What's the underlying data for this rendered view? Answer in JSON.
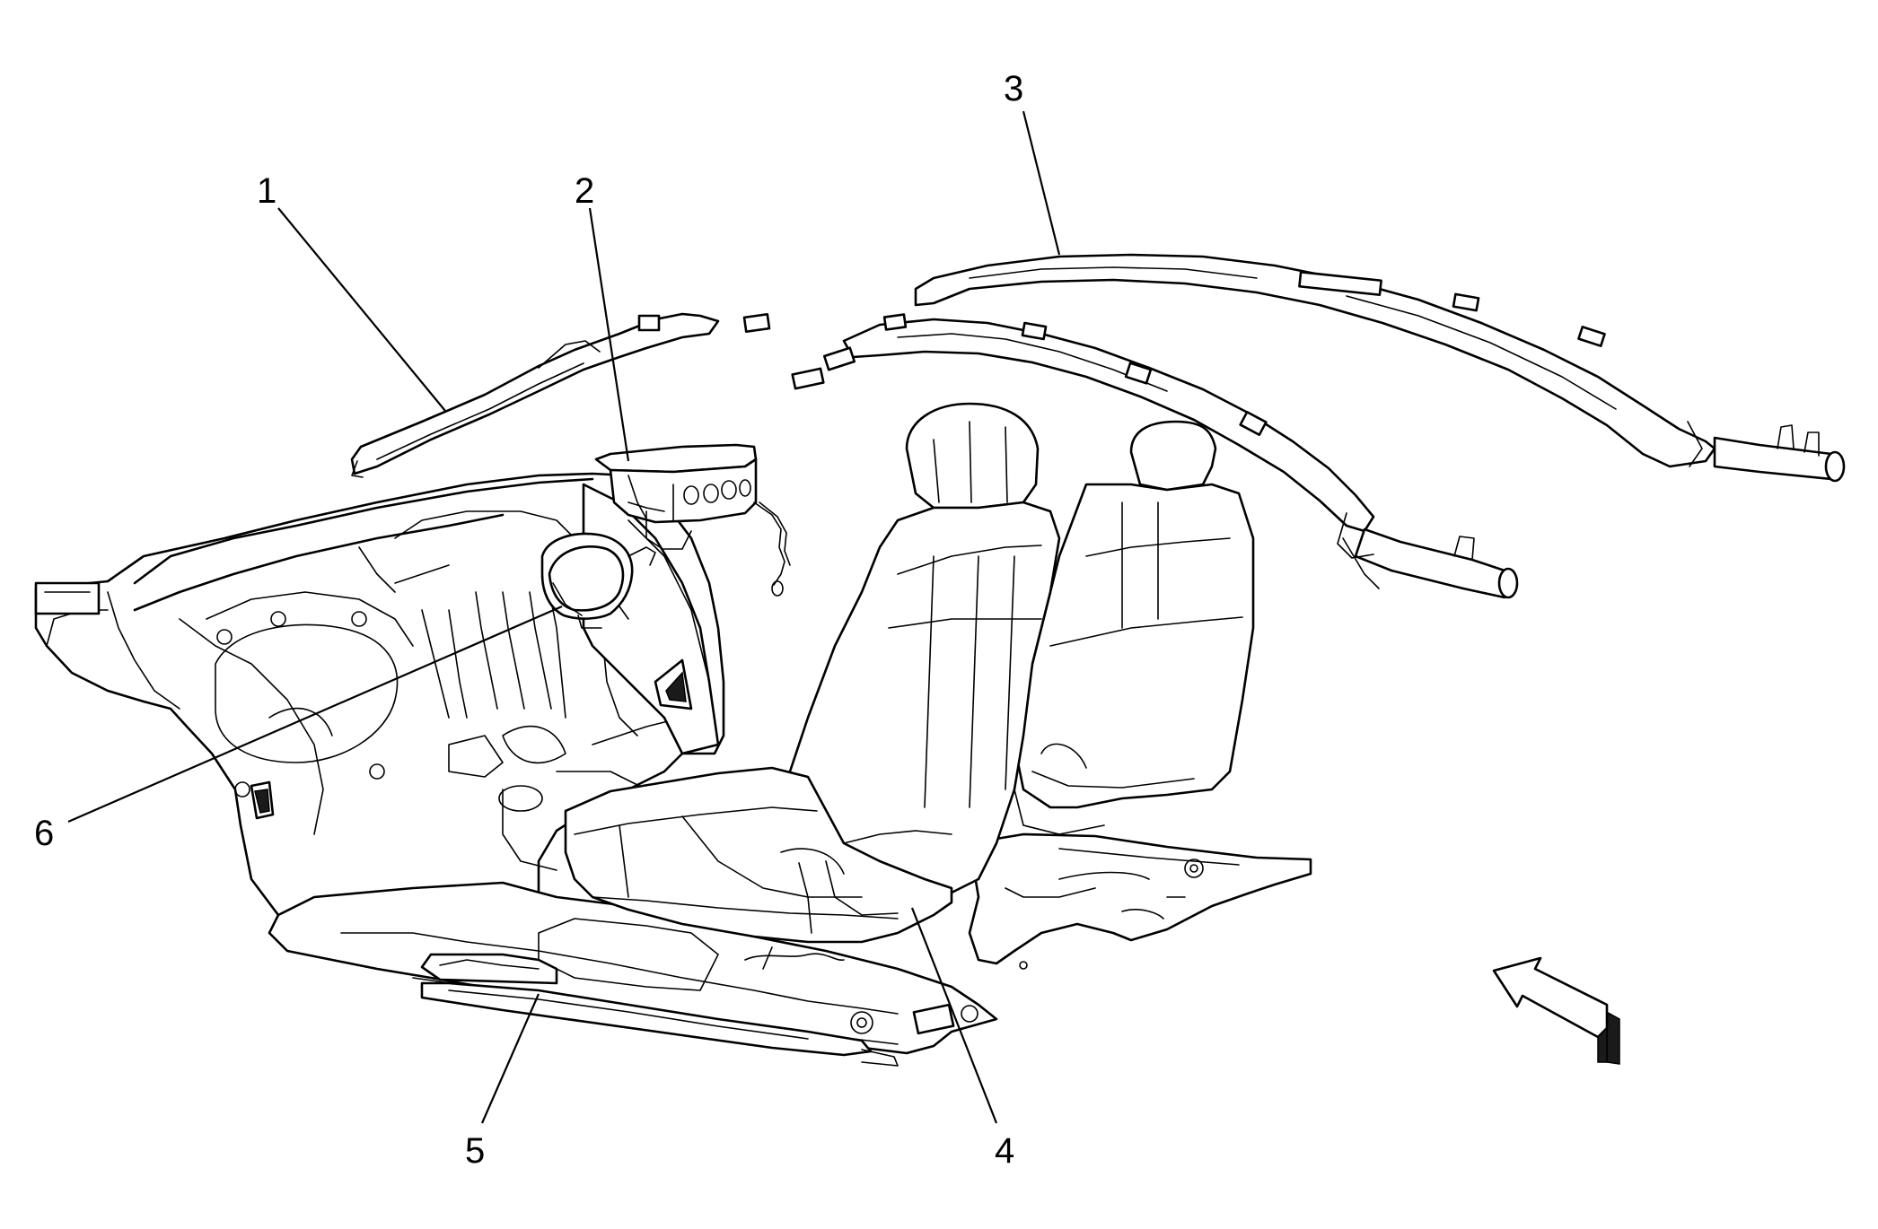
{
  "callouts": [
    {
      "id": "1",
      "label": "1"
    },
    {
      "id": "2",
      "label": "2"
    },
    {
      "id": "3",
      "label": "3"
    },
    {
      "id": "4",
      "label": "4"
    },
    {
      "id": "5",
      "label": "5"
    },
    {
      "id": "6",
      "label": "6"
    }
  ],
  "icons": {
    "view_direction": "view-direction-arrow-icon"
  }
}
